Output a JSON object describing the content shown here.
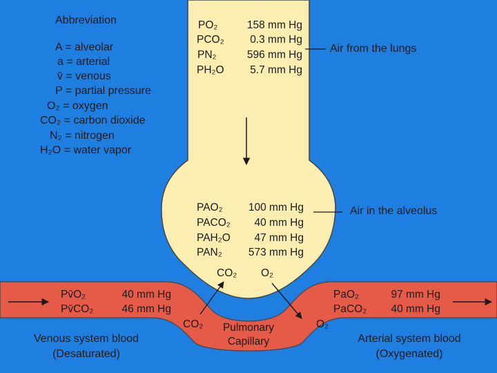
{
  "colors": {
    "background": "#1f7fe0",
    "lung_air": "#fbeeb0",
    "blood": "#e65b48",
    "outline": "#333333"
  },
  "abbreviations": {
    "title": "Abbreviation",
    "items": [
      "A = alveolar",
      "a = arterial",
      "v̄ = venous",
      "P = partial pressure",
      "O₂ = oxygen",
      "CO₂ = carbon dioxide",
      "N₂ = nitrogen",
      "H₂O = water vapor"
    ]
  },
  "inspired_air": {
    "rows": [
      {
        "gas": "PO₂",
        "value": "158 mm Hg"
      },
      {
        "gas": "PCO₂",
        "value": "0.3 mm Hg"
      },
      {
        "gas": "PN₂",
        "value": "596 mm Hg"
      },
      {
        "gas": "PH₂O",
        "value": "5.7 mm Hg"
      }
    ],
    "label": "Air from the lungs"
  },
  "alveolar_air": {
    "rows": [
      {
        "gas": "PAO₂",
        "value": "100 mm Hg"
      },
      {
        "gas": "PACO₂",
        "value": "40 mm Hg"
      },
      {
        "gas": "PAH₂O",
        "value": "47 mm Hg"
      },
      {
        "gas": "PAN₂",
        "value": "573 mm Hg"
      }
    ],
    "label": "Air in the alveolus"
  },
  "exchange": {
    "co2_out": "CO₂",
    "o2_in": "O₂",
    "co2_blood": "CO₂",
    "o2_blood": "O₂",
    "capillary_label": "Pulmonary Capillary"
  },
  "venous_blood": {
    "rows": [
      {
        "gas": "Pv̄O₂",
        "value": "40 mm Hg"
      },
      {
        "gas": "Pv̄CO₂",
        "value": "46 mm Hg"
      }
    ],
    "label_line1": "Venous system blood",
    "label_line2": "(Desaturated)"
  },
  "arterial_blood": {
    "rows": [
      {
        "gas": "PaO₂",
        "value": "97 mm Hg"
      },
      {
        "gas": "PaCO₂",
        "value": "40 mm Hg"
      }
    ],
    "label_line1": "Arterial system blood",
    "label_line2": "(Oxygenated)"
  }
}
